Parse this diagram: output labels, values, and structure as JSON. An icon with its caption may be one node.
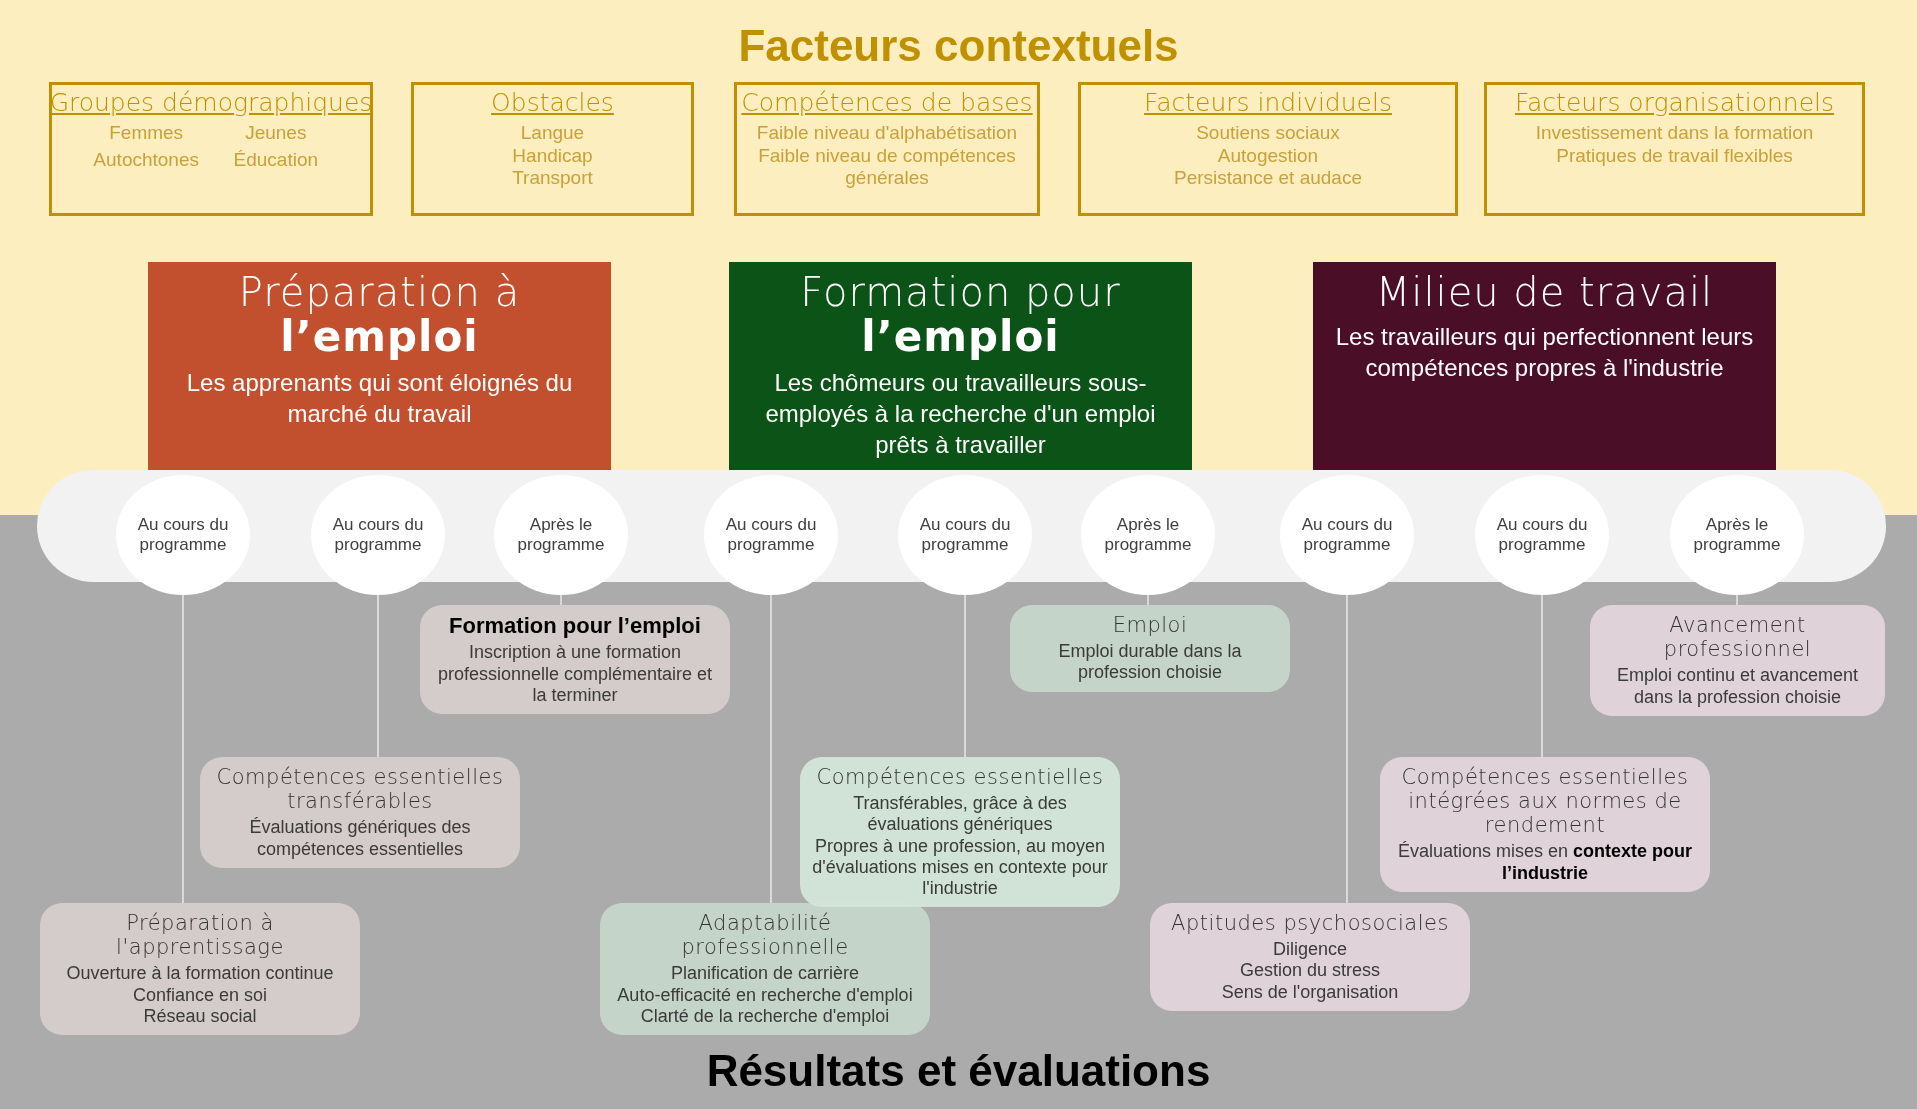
{
  "diagram": {
    "title": "Facteurs contextuels",
    "nodes": [
      {
        "text": [
          "Groupes démographiques",
          "Femmes",
          "Jeunes",
          "Autochtones",
          "Éducation"
        ]
      },
      {
        "text": [
          "Obstacles",
          "Langue",
          "Handicap",
          "Transport"
        ]
      },
      {
        "text": [
          "Compétences de bases",
          "Faible niveau d'alphabétisation",
          "Faible niveau de compétences générales"
        ]
      },
      {
        "text": [
          "Facteurs individuels",
          "Soutiens sociaux",
          "Autogestion",
          "Persistance et audace"
        ]
      },
      {
        "text": [
          "Facteurs organisationnels",
          "Investissement dans la formation",
          "Pratiques de travail flexibles"
        ]
      },
      {
        "text": [
          "Préparation à **l’emploi**",
          "Les apprenants qui sont éloignés du marché du travail"
        ]
      },
      {
        "text": [
          "Formation pour **l’emploi**",
          "Les chômeurs ou travailleurs sous-employés à la recherche d'un emploi prêts à travailler"
        ]
      },
      {
        "text": [
          "Milieu de travail",
          "Les travailleurs qui perfectionnent leurs compétences propres à l'industrie"
        ]
      },
      {
        "text": [
          "Au cours du programme"
        ]
      },
      {
        "text": [
          "Au cours du programme"
        ]
      },
      {
        "text": [
          "Après le programme"
        ]
      },
      {
        "text": [
          "Au cours du programme"
        ]
      },
      {
        "text": [
          "Au cours du programme"
        ]
      },
      {
        "text": [
          "Après le programme"
        ]
      },
      {
        "text": [
          "Au cours du programme"
        ]
      },
      {
        "text": [
          "Au cours du programme"
        ]
      },
      {
        "text": [
          "Après le programme"
        ]
      },
      {
        "text": [
          "Préparation à l'apprentissage",
          "Ouverture à la formation continue",
          "Confiance en soi",
          "Réseau social"
        ]
      },
      {
        "text": [
          "Compétences essentielles transférables",
          "Évaluations génériques des compétences essentielles"
        ]
      },
      {
        "text": [
          "Formation pour l’emploi",
          "Inscription à une formation professionnelle complémentaire et la terminer"
        ]
      },
      {
        "text": [
          "Adaptabilité professionnelle",
          "Planification de carrière",
          "Auto-efficacité en recherche d'emploi",
          "Clarté de la recherche d'emploi"
        ]
      },
      {
        "text": [
          "Compétences essentielles",
          "Transférables, grâce à des évaluations génériques",
          "Propres à une profession, au moyen d'évaluations mises en contexte pour l'industrie"
        ]
      },
      {
        "text": [
          "Emploi",
          "Emploi durable dans la profession choisie"
        ]
      },
      {
        "text": [
          "Aptitudes psychosociales",
          "Diligence",
          "Gestion du stress",
          "Sens de l'organisation"
        ]
      },
      {
        "text": [
          "Compétences essentielles intégrées aux normes de rendement",
          "Évaluations mises en **contexte pour l’industrie**"
        ]
      },
      {
        "text": [
          "Avancement professionnel",
          "Emploi continu et avancement dans la profession choisie"
        ]
      }
    ],
    "edges": [
      {
        "from": 8,
        "to": 17,
        "arrow": "none"
      },
      {
        "from": 9,
        "to": 18,
        "arrow": "none"
      },
      {
        "from": 10,
        "to": 19,
        "arrow": "none"
      },
      {
        "from": 11,
        "to": 20,
        "arrow": "none"
      },
      {
        "from": 12,
        "to": 21,
        "arrow": "none"
      },
      {
        "from": 13,
        "to": 22,
        "arrow": "none"
      },
      {
        "from": 14,
        "to": 23,
        "arrow": "none"
      },
      {
        "from": 15,
        "to": 24,
        "arrow": "none"
      },
      {
        "from": 16,
        "to": 25,
        "arrow": "none"
      }
    ],
    "labels": [
      "Résultats et évaluations"
    ]
  }
}
